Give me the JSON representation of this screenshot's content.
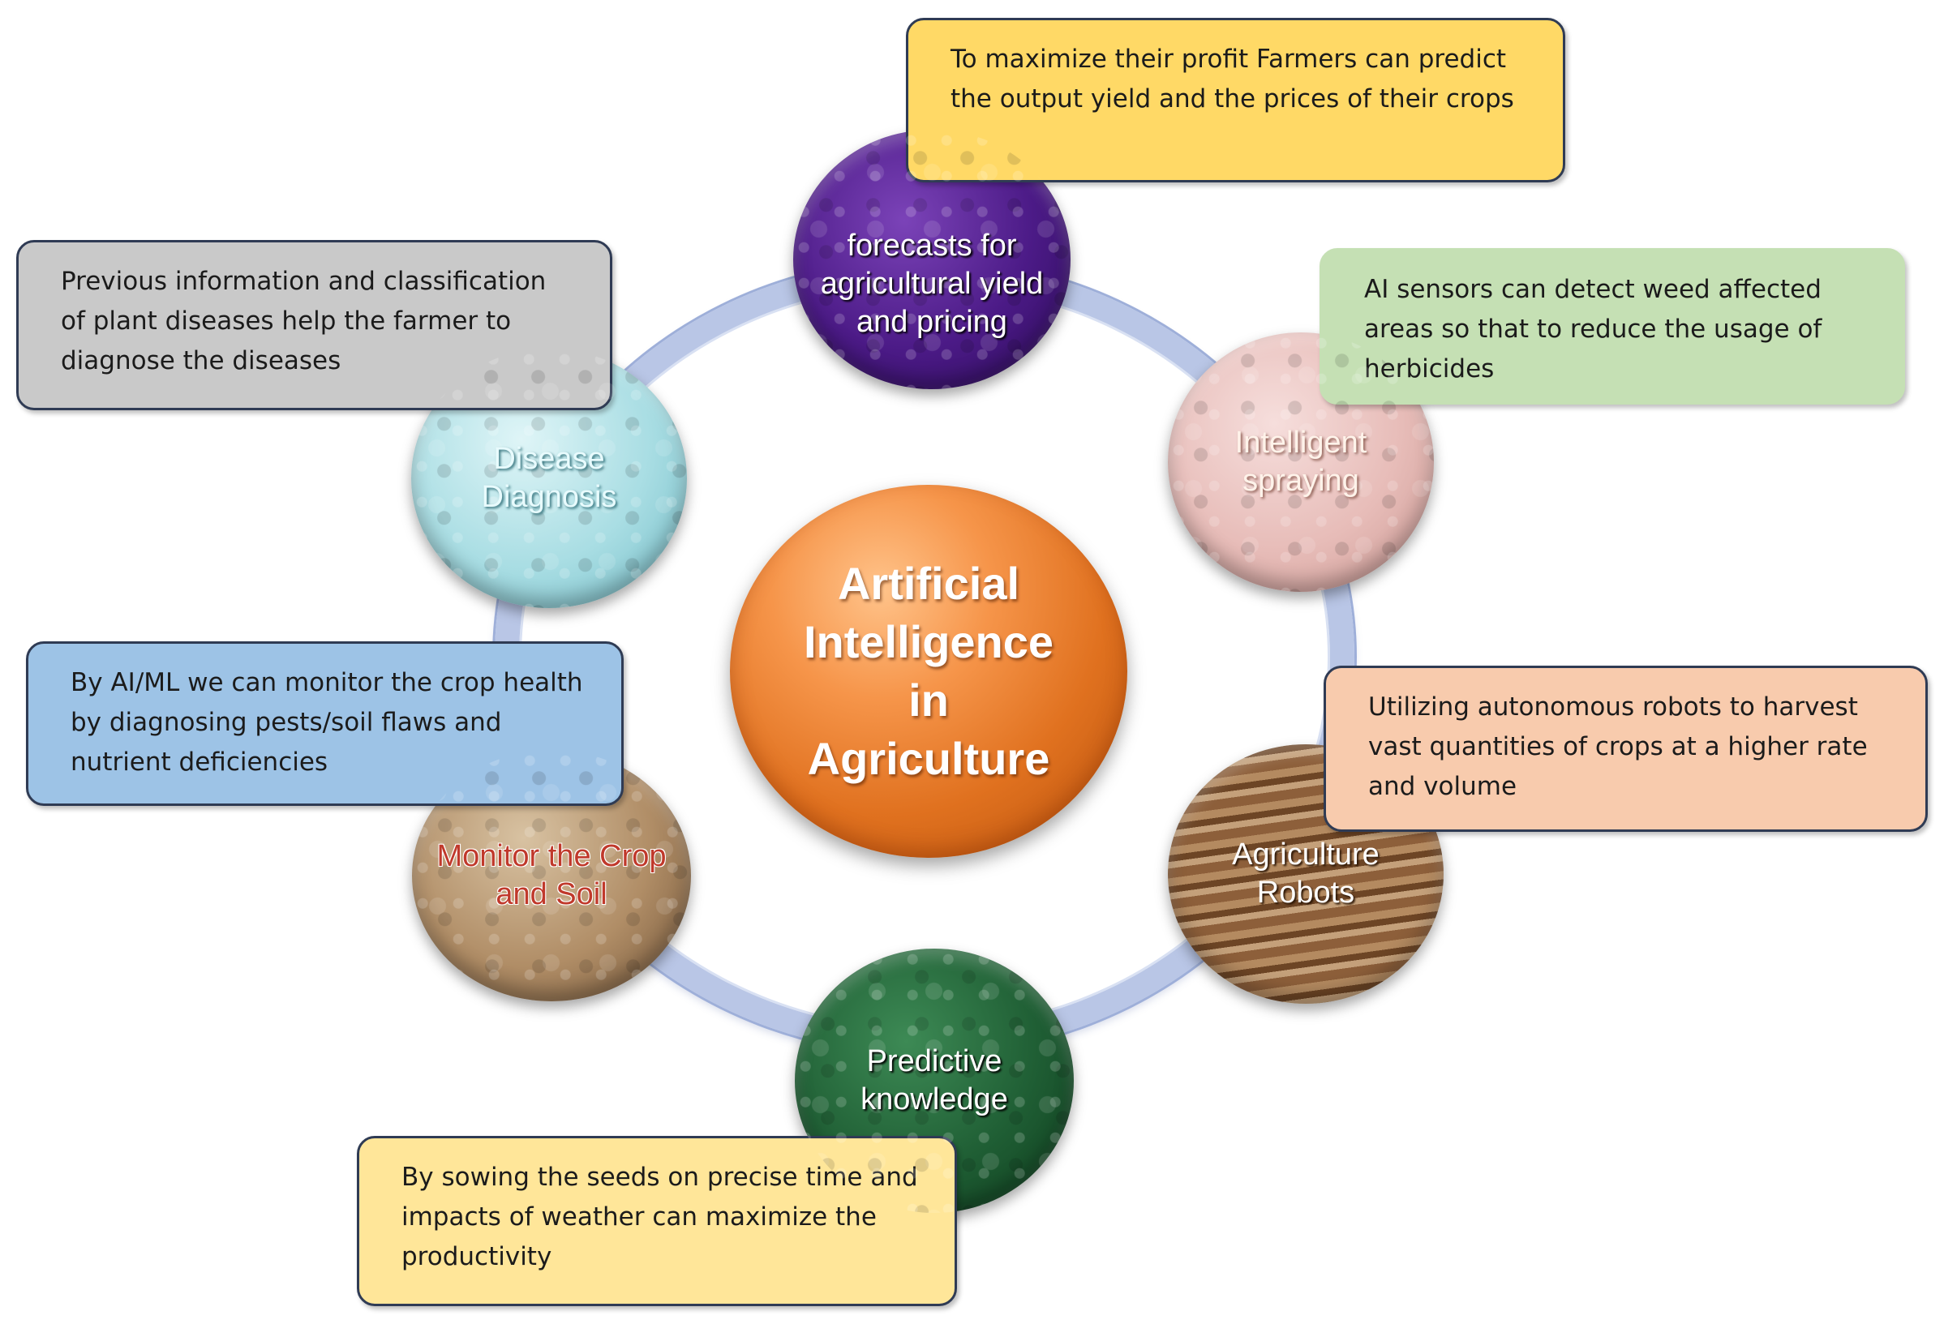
{
  "center": {
    "title": "Artificial Intelligence in Agriculture"
  },
  "nodes": {
    "forecast": "forecasts for agricultural yield and pricing",
    "spraying": "Intelligent spraying",
    "robots": "Agriculture Robots",
    "predictive": "Predictive knowledge",
    "monitor": "Monitor the Crop and Soil",
    "disease": "Disease Diagnosis"
  },
  "boxes": {
    "forecast": "To maximize their profit Farmers can predict the output yield and the prices of their crops",
    "spraying": "AI sensors can detect weed affected areas so that to reduce the usage of herbicides",
    "robots": "Utilizing autonomous robots to harvest vast quantities of crops at a higher rate and volume",
    "predictive": "By sowing the seeds on precise time and impacts of weather can maximize the productivity",
    "monitor": "By AI/ML we can monitor the crop health by diagnosing pests/soil flaws and nutrient deficiencies",
    "disease": "Previous information and classification of plant diseases help the farmer to diagnose the diseases"
  },
  "colors": {
    "ring": "#b9c6e6",
    "center": "#e0711f",
    "forecast_node": "#4b1a86",
    "spraying_node": "#e7bcb8",
    "robots_node": "#8d5f3a",
    "predictive_node": "#1f5e34",
    "monitor_node": "#b08d66",
    "disease_node": "#a8dde3",
    "box_forecast": "#ffd966",
    "box_spraying": "#c5e0b4",
    "box_robots": "#f8cbad",
    "box_predictive": "#ffe699",
    "box_monitor": "#9dc3e6",
    "box_disease": "#c9c9c9"
  }
}
